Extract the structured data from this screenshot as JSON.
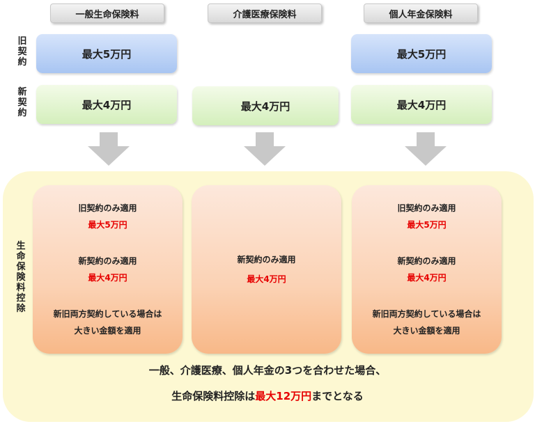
{
  "headers": [
    "一般生命保険料",
    "介護医療保険料",
    "個人年金保険料"
  ],
  "row_labels": {
    "old": [
      "旧",
      "契",
      "約"
    ],
    "new": [
      "新",
      "契",
      "約"
    ]
  },
  "old_contract": {
    "general": "最大5万円",
    "pension": "最大5万円"
  },
  "new_contract": {
    "general": "最大4万円",
    "medical": "最大4万円",
    "pension": "最大4万円"
  },
  "deduction_label": [
    "生",
    "命",
    "保",
    "険",
    "料",
    "控",
    "除"
  ],
  "cards": {
    "general": {
      "old_only": "旧契約のみ適用",
      "old_only_max": "最大5万円",
      "new_only": "新契約のみ適用",
      "new_only_max": "最大4万円",
      "both_line1": "新旧両方契約している場合は",
      "both_line2": "大きい金額を適用"
    },
    "medical": {
      "new_only": "新契約のみ適用",
      "new_only_max": "最大4万円"
    },
    "pension": {
      "old_only": "旧契約のみ適用",
      "old_only_max": "最大5万円",
      "new_only": "新契約のみ適用",
      "new_only_max": "最大4万円",
      "both_line1": "新旧両方契約している場合は",
      "both_line2": "大きい金額を適用"
    }
  },
  "summary": {
    "line1": "一般、介護医療、個人年金の3つを合わせた場合、",
    "line2_prefix": "生命保険料控除は",
    "line2_highlight": "最大12万円",
    "line2_suffix": "までとなる"
  },
  "colors": {
    "highlight": "#e60000",
    "old_cell": "#a8c5f2",
    "new_cell": "#d4efbc",
    "panel": "#fdf8d2",
    "card": "#fbd2b4",
    "arrow": "#c8c8c8"
  }
}
